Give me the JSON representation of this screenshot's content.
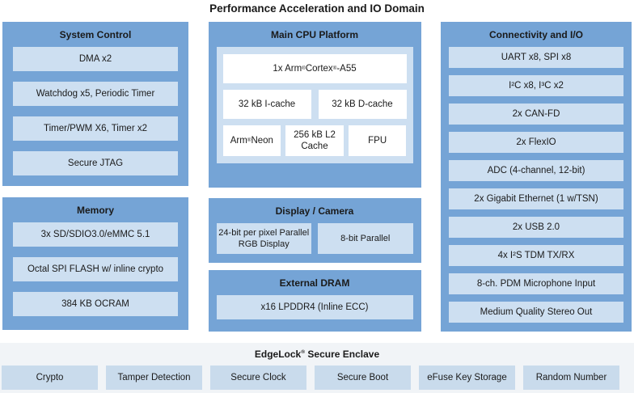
{
  "title": "Performance Acceleration and IO Domain",
  "colors": {
    "page_bg": "#ffffff",
    "panel_blue": "#75a4d6",
    "item_blue": "#cddff1",
    "white_box": "#ffffff",
    "enclave_bg": "#f1f4f7",
    "enclave_item_blue": "#c9dbec",
    "text": "#1a1a1a"
  },
  "system_control": {
    "header": "System Control",
    "items": [
      "DMA x2",
      "Watchdog x5, Periodic Timer",
      "Timer/PWM X6, Timer x2",
      "Secure JTAG"
    ]
  },
  "memory": {
    "header": "Memory",
    "items": [
      "3x SD/SDIO3.0/eMMC 5.1",
      "Octal SPI FLASH w/ inline crypto",
      "384 KB OCRAM"
    ]
  },
  "main_cpu": {
    "header": "Main CPU Platform",
    "core": "1x Arm® Cortex®-A55",
    "row2": [
      "32 kB I-cache",
      "32 kB D-cache"
    ],
    "row3": [
      "Arm® Neon",
      "256 kB L2 Cache",
      "FPU"
    ]
  },
  "display_camera": {
    "header": "Display / Camera",
    "items": [
      "24-bit per pixel Parallel RGB Display",
      "8-bit Parallel"
    ]
  },
  "external_dram": {
    "header": "External DRAM",
    "items": [
      "x16 LPDDR4 (Inline ECC)"
    ]
  },
  "connectivity": {
    "header": "Connectivity and I/O",
    "items": [
      "UART x8, SPI x8",
      "I²C x8, I³C x2",
      "2x CAN-FD",
      "2x FlexIO",
      "ADC (4-channel, 12-bit)",
      "2x Gigabit Ethernet (1 w/TSN)",
      "2x USB 2.0",
      "4x I²S TDM TX/RX",
      "8-ch. PDM Microphone Input",
      "Medium Quality Stereo Out"
    ]
  },
  "secure_enclave": {
    "header": "EdgeLock® Secure Enclave",
    "items": [
      "Crypto",
      "Tamper Detection",
      "Secure Clock",
      "Secure Boot",
      "eFuse Key Storage",
      "Random Number"
    ]
  }
}
